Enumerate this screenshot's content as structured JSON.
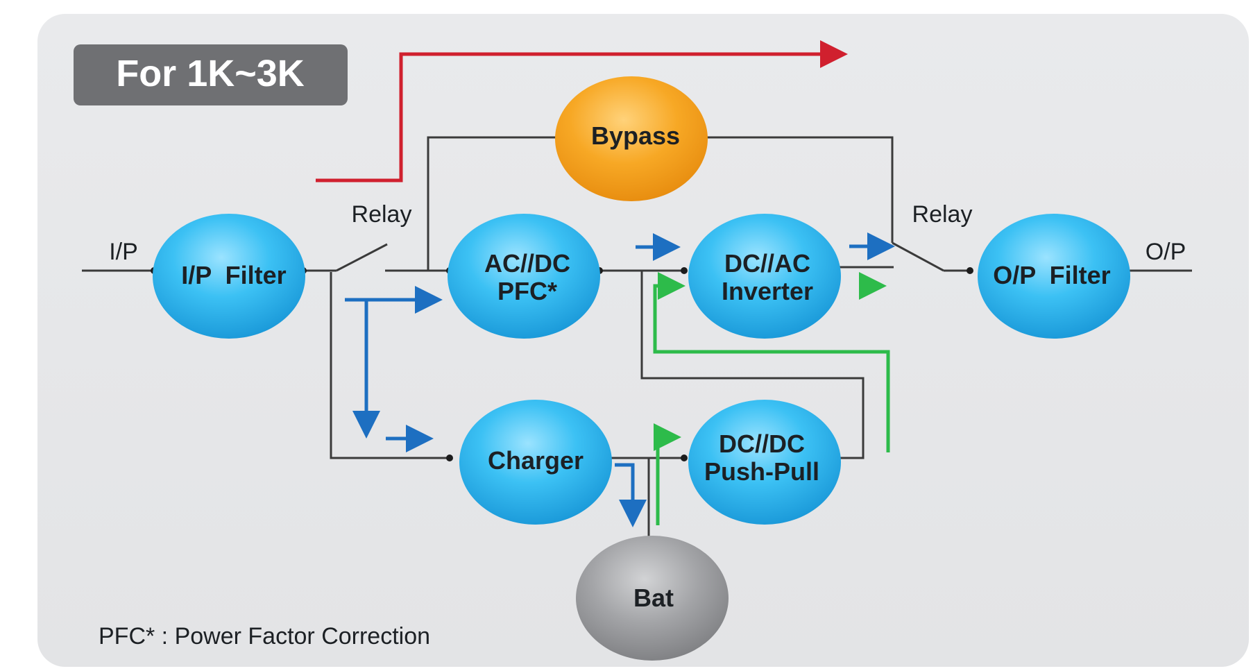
{
  "title_badge": "For 1K~3K",
  "io": {
    "input_label": "I/P",
    "output_label": "O/P"
  },
  "relays": {
    "input_relay": "Relay",
    "output_relay": "Relay"
  },
  "nodes": {
    "ip_filter": "I/P  Filter",
    "bypass": "Bypass",
    "acdc_pfc_line1": "AC//DC",
    "acdc_pfc_line2": "PFC*",
    "dcac_inverter_line1": "DC//AC",
    "dcac_inverter_line2": "Inverter",
    "op_filter": "O/P  Filter",
    "charger": "Charger",
    "dcdc_pushpull_line1": "DC//DC",
    "dcdc_pushpull_line2": "Push-Pull",
    "battery": "Bat"
  },
  "footnote": "PFC* : Power Factor Correction",
  "colors": {
    "background_panel": "#e6e7e9",
    "badge": "#6f7073",
    "node_blue": "#29b6ef",
    "node_orange": "#f6a11e",
    "node_gray": "#8e8f92",
    "bypass_path": "#d0202e",
    "normal_path": "#1d6fc1",
    "battery_path": "#2dbb4a"
  }
}
